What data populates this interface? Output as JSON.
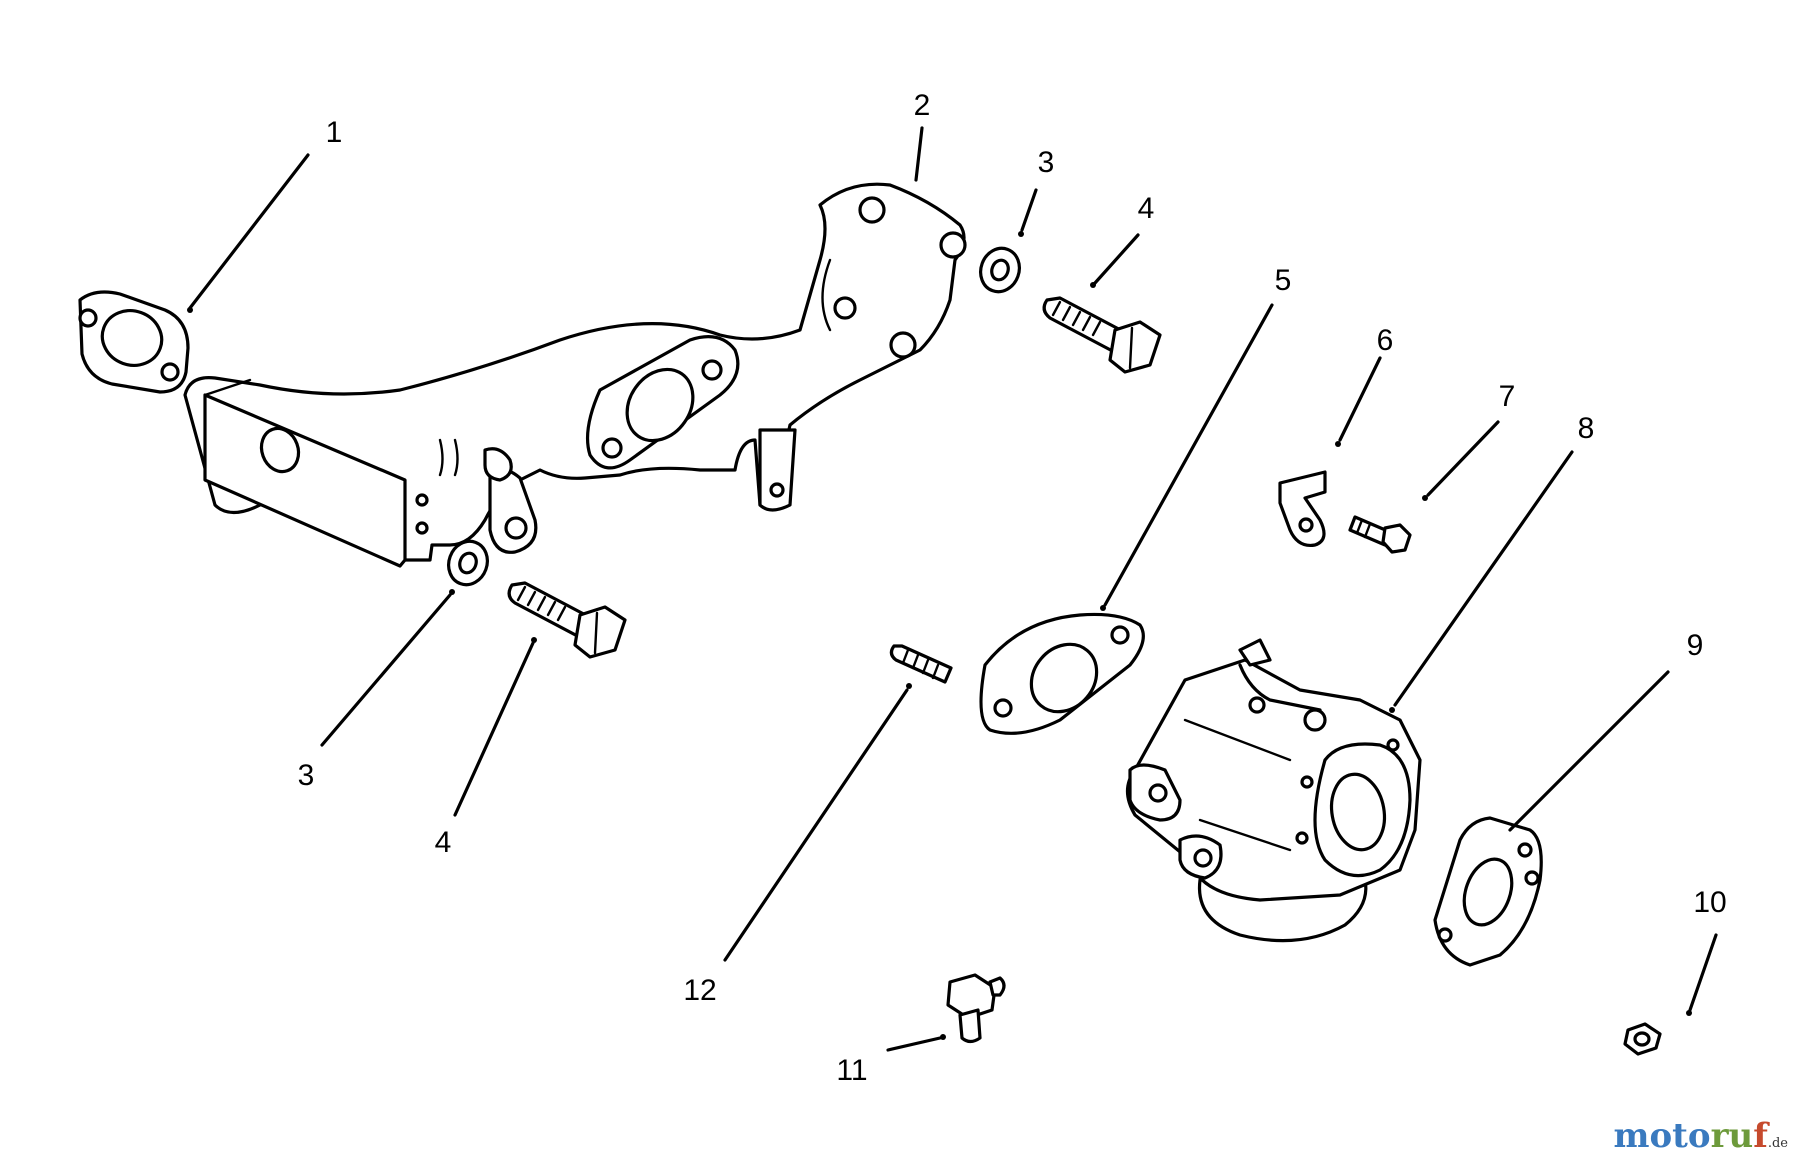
{
  "callouts": [
    "1",
    "2",
    "3",
    "4",
    "5",
    "6",
    "7",
    "8",
    "9",
    "10",
    "11",
    "12"
  ],
  "watermark": {
    "part1": "moto",
    "part2": "ru",
    "part3": "f",
    "suffix": ".de"
  }
}
